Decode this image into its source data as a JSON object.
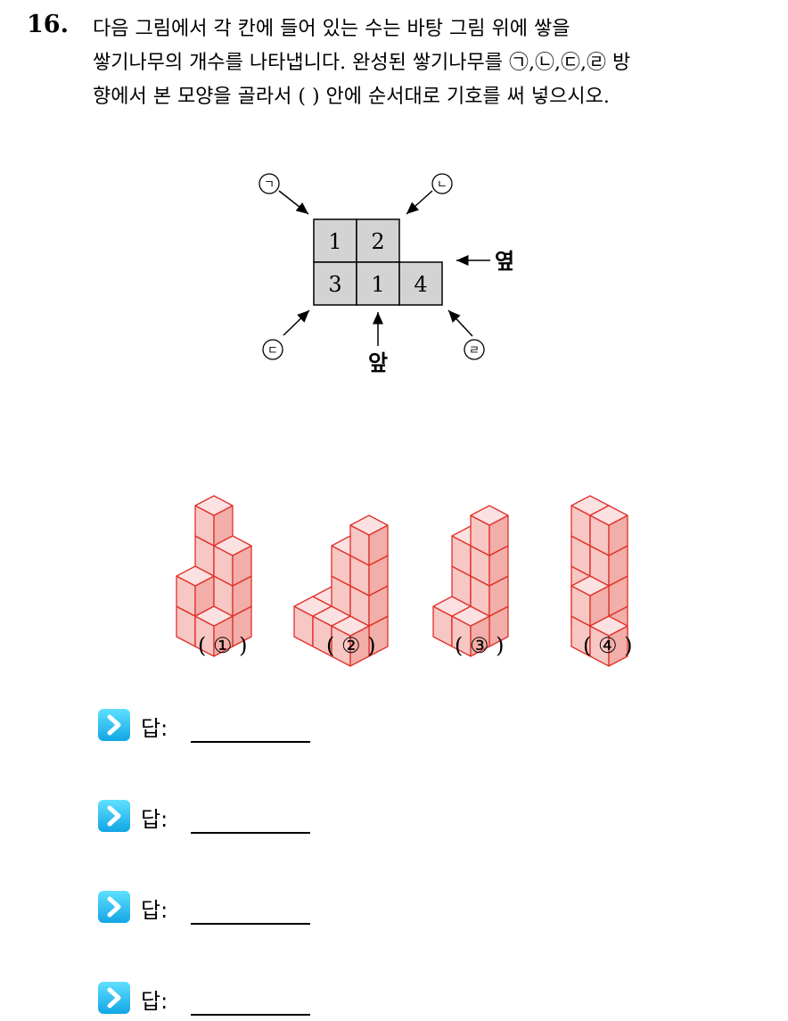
{
  "question": {
    "number": "16.",
    "lines": [
      "다음 그림에서 각 칸에 들어 있는 수는 바탕 그림 위에 쌓을",
      "쌓기나무의 개수를 나타냅니다. 완성된 쌓기나무를 ㉠,㉡,㉢,㉣ 방",
      "향에서 본 모양을 골라서 (          ) 안에 순서대로 기호를 써 넣으시오."
    ]
  },
  "grid": {
    "cells": [
      "1",
      "2",
      "3",
      "1",
      "4"
    ],
    "labels": {
      "a": "ㄱ",
      "b": "ㄴ",
      "c": "ㄷ",
      "d": "ㄹ",
      "front": "앞",
      "side": "옆"
    }
  },
  "options": [
    "( ① )",
    "( ② )",
    "( ③ )",
    "( ④ )"
  ],
  "answers": [
    {
      "label": "답:"
    },
    {
      "label": "답:"
    },
    {
      "label": "답:"
    },
    {
      "label": "답:"
    }
  ],
  "colors": {
    "cube_top": "#fbe1e1",
    "cube_left": "#f7c7c4",
    "cube_right": "#f2aea8",
    "cube_edge": "#e0302a",
    "cell_fill": "#d3d3d3",
    "answer_icon": "#12a6e6"
  }
}
